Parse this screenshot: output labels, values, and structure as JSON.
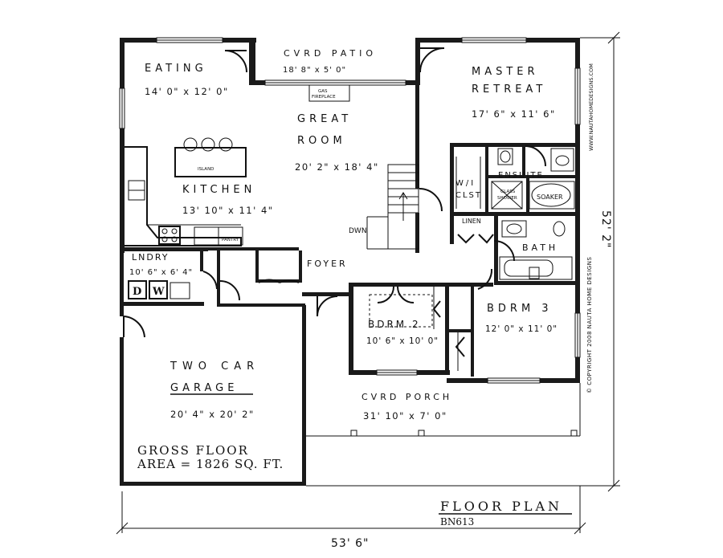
{
  "rooms": {
    "eating": {
      "label": "EATING",
      "dims": "14' 0\" x 12' 0\""
    },
    "cvrd_patio": {
      "label": "CVRD PATIO",
      "dims": "18' 8\" x 5' 0\""
    },
    "master": {
      "label1": "MASTER",
      "label2": "RETREAT",
      "dims": "17' 6\" x 11' 6\""
    },
    "great_room": {
      "label1": "GREAT",
      "label2": "ROOM",
      "dims": "20' 2\" x 18' 4\""
    },
    "kitchen": {
      "label": "KITCHEN",
      "dims": "13' 10\" x 11' 4\""
    },
    "island": "ISLAND",
    "pantry": "PANTRY",
    "gas_fireplace_1": "GAS",
    "gas_fireplace_2": "FIREPLACE",
    "ensuite": "ENSUITE",
    "wi_clst_1": "W/I",
    "wi_clst_2": "CLST",
    "glass_shower_1": "GLASS",
    "glass_shower_2": "SHOWER",
    "soaker": "SOAKER",
    "linen": "LINEN",
    "bath": "BATH",
    "dwn": "DWN",
    "lndry": {
      "label": "LNDRY",
      "dims": "10' 6\" x 6' 4\""
    },
    "washer": "W",
    "dryer": "D",
    "foyer": "FOYER",
    "bdrm2": {
      "label": "BDRM 2",
      "dims": "10' 6\" x 10' 0\""
    },
    "bdrm3": {
      "label": "BDRM 3",
      "dims": "12' 0\" x 11' 0\""
    },
    "garage": {
      "label1": "TWO CAR",
      "label2": "GARAGE",
      "dims": "20' 4\" x 20' 2\""
    },
    "cvrd_porch": {
      "label": "CVRD PORCH",
      "dims": "31' 10\" x 7' 0\""
    }
  },
  "gross_area": {
    "line1": "GROSS FLOOR",
    "line2": "AREA = 1826 SQ. FT."
  },
  "title": {
    "name": "FLOOR PLAN",
    "code": "BN613"
  },
  "dimensions": {
    "width": "53' 6\"",
    "depth": "52' 2\""
  },
  "copyright": "© COPYRIGHT 2008 NAUTA HOME DESIGNS",
  "website": "WWW.NAUTAHOMEDESIGNS.COM"
}
